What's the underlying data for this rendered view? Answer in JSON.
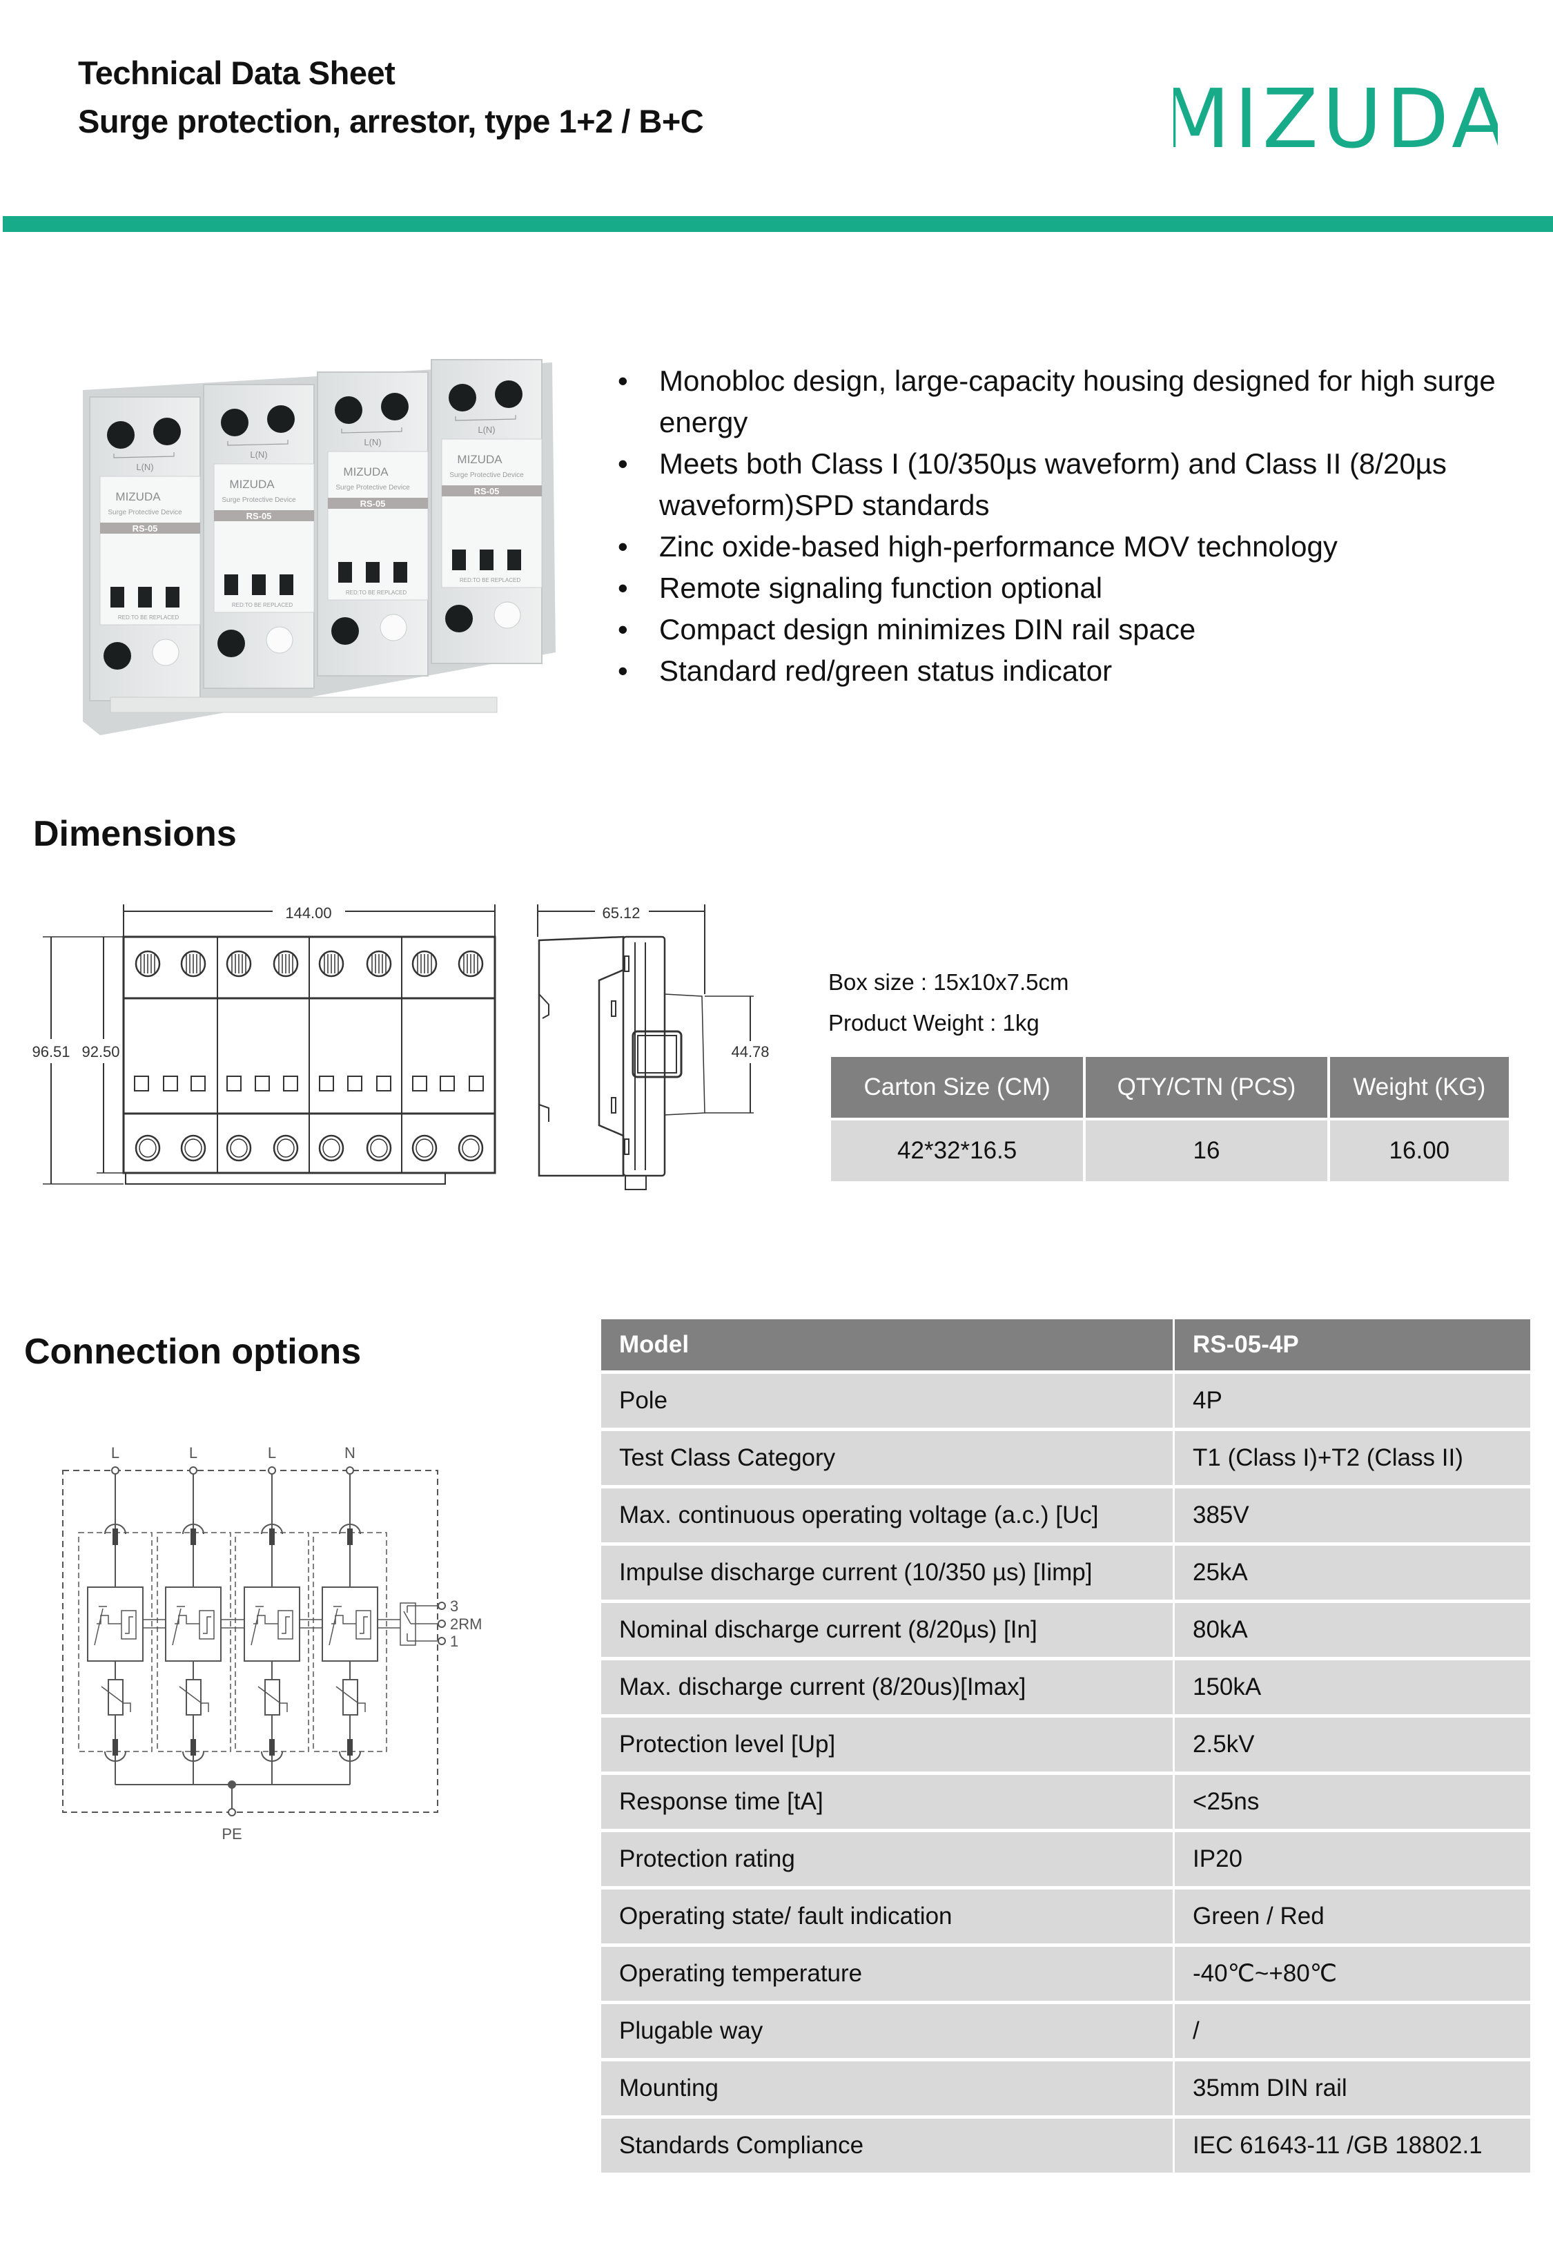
{
  "header": {
    "title": "Technical Data Sheet",
    "subtitle": "Surge protection, arrestor, type 1+2 / B+C",
    "logo_text": "MIZUDA",
    "brand_color": "#17AB8A"
  },
  "product_photo": {
    "brand": "MIZUDA",
    "device_type": "Surge Protective Device",
    "model": "RS-05",
    "terminal_label": "L(N)",
    "warning": "RED:TO BE REPLACED"
  },
  "features": [
    "Monobloc design, large-capacity housing designed for high surge energy",
    "Meets both Class I (10/350µs waveform) and Class II (8/20µs waveform)SPD standards",
    "Zinc oxide-based high-performance MOV technology",
    "Remote signaling function optional",
    "Compact design minimizes DIN rail space",
    "Standard red/green status indicator"
  ],
  "dimensions": {
    "heading": "Dimensions",
    "width": "144.00",
    "height_total": "96.51",
    "height_body": "92.50",
    "depth": "65.12",
    "rail_height": "44.78",
    "box_size": "Box size : 15x10x7.5cm",
    "product_weight": "Product Weight : 1kg",
    "carton_table": {
      "headers": [
        "Carton Size (CM)",
        "QTY/CTN (PCS)",
        "Weight (KG)"
      ],
      "row": [
        "42*32*16.5",
        "16",
        "16.00"
      ]
    }
  },
  "connection": {
    "heading": "Connection options",
    "terminals": [
      "L",
      "L",
      "L",
      "N"
    ],
    "ground": "PE",
    "remote_contacts": [
      "3",
      "2RM",
      "1"
    ]
  },
  "spec_table": {
    "header": [
      "Model",
      "RS-05-4P"
    ],
    "rows": [
      [
        "Pole",
        "4P"
      ],
      [
        "Test Class Category",
        "T1 (Class I)+T2 (Class II)"
      ],
      [
        "Max. continuous operating voltage (a.c.) [Uc]",
        "385V"
      ],
      [
        "Impulse discharge current (10/350 µs) [Iimp]",
        "25kA"
      ],
      [
        "Nominal discharge current (8/20µs) [In]",
        "80kA"
      ],
      [
        "Max. discharge current (8/20us)[Imax]",
        "150kA"
      ],
      [
        "Protection level [Up]",
        "2.5kV"
      ],
      [
        "Response time [tA]",
        "<25ns"
      ],
      [
        "Protection rating",
        "IP20"
      ],
      [
        "Operating state/ fault indication",
        "Green / Red"
      ],
      [
        "Operating temperature",
        "-40℃~+80℃"
      ],
      [
        "Plugable way",
        "/"
      ],
      [
        "Mounting",
        "35mm DIN rail"
      ],
      [
        "Standards Compliance",
        "IEC 61643-11 /GB 18802.1"
      ]
    ]
  }
}
